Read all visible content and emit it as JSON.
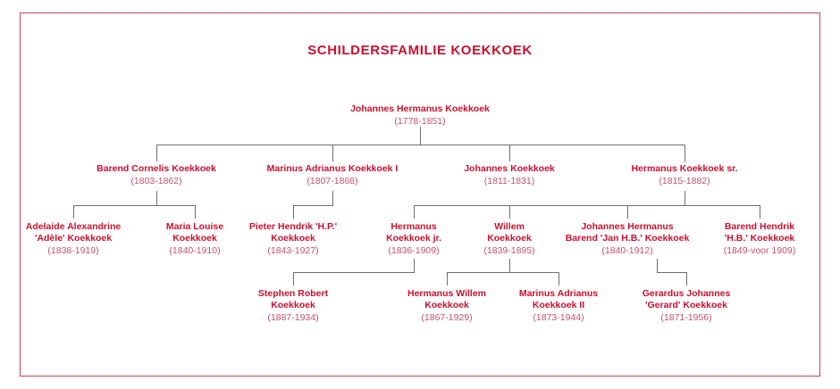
{
  "title": "SCHILDERSFAMILIE KOEKKOEK",
  "colors": {
    "frame_border": "#c8405c",
    "name_text": "#c8102e",
    "date_text": "#c4526b",
    "connector_line": "#6e6e6e",
    "background": "#ffffff"
  },
  "tree": {
    "generation_1": [
      {
        "name": "Johannes Hermanus Koekkoek",
        "dates": "(1778-1851)"
      }
    ],
    "generation_2": [
      {
        "name": "Barend Cornelis Koekkoek",
        "dates": "(1803-1862)"
      },
      {
        "name": "Marinus Adrianus Koekkoek I",
        "dates": "(1807-1868)"
      },
      {
        "name": "Johannes Koekkoek",
        "dates": "(1811-1831)"
      },
      {
        "name": "Hermanus Koekkoek sr.",
        "dates": "(1815-1882)"
      }
    ],
    "generation_3": [
      {
        "name": "Adelaide Alexandrine\n'Adèle' Koekkoek",
        "dates": "(1838-1919)"
      },
      {
        "name": "Maria Louise\nKoekkoek",
        "dates": "(1840-1910)"
      },
      {
        "name": "Pieter Hendrik 'H.P.'\nKoekkoek",
        "dates": "(1843-1927)"
      },
      {
        "name": "Hermanus\nKoekkoek jr.",
        "dates": "(1836-1909)"
      },
      {
        "name": "Willem\nKoekkoek",
        "dates": "(1839-1895)"
      },
      {
        "name": "Johannes Hermanus\nBarend 'Jan H.B.' Koekkoek",
        "dates": "(1840-1912)"
      },
      {
        "name": "Barend Hendrik\n'H.B.' Koekkoek",
        "dates": "(1849-voor 1909)"
      }
    ],
    "generation_4": [
      {
        "name": "Stephen Robert\nKoekkoek",
        "dates": "(1887-1934)"
      },
      {
        "name": "Hermanus Willem\nKoekkoek",
        "dates": "(1867-1929)"
      },
      {
        "name": "Marinus Adrianus\nKoekkoek II",
        "dates": "(1873-1944)"
      },
      {
        "name": "Gerardus Johannes\n'Gerard' Koekkoek",
        "dates": "(1871-1956)"
      }
    ]
  }
}
